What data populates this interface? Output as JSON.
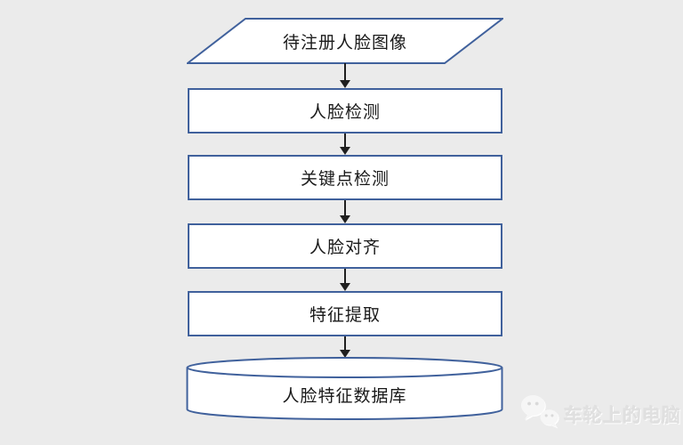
{
  "diagram": {
    "type": "flowchart",
    "direction": "top-down",
    "nodes": [
      {
        "id": "input-image",
        "shape": "parallelogram",
        "label": "待注册人脸图像"
      },
      {
        "id": "face-detection",
        "shape": "process-rect",
        "label": "人脸检测"
      },
      {
        "id": "landmark-detection",
        "shape": "process-rect",
        "label": "关键点检测"
      },
      {
        "id": "face-alignment",
        "shape": "process-rect",
        "label": "人脸对齐"
      },
      {
        "id": "feature-extraction",
        "shape": "process-rect",
        "label": "特征提取"
      },
      {
        "id": "face-feature-database",
        "shape": "database-cylinder",
        "label": "人脸特征数据库"
      }
    ],
    "edges": [
      {
        "from": "input-image",
        "to": "face-detection"
      },
      {
        "from": "face-detection",
        "to": "landmark-detection"
      },
      {
        "from": "landmark-detection",
        "to": "face-alignment"
      },
      {
        "from": "face-alignment",
        "to": "feature-extraction"
      },
      {
        "from": "feature-extraction",
        "to": "face-feature-database"
      }
    ]
  },
  "watermark": {
    "icon": "wechat-icon",
    "text": "车轮上的电脑"
  },
  "colors": {
    "background": "#ebebeb",
    "shape_fill": "#ffffff",
    "shape_border": "#40619c",
    "arrow": "#1f1f1f",
    "label_text": "#1a1a1a",
    "watermark_text": "#e0e0e0"
  }
}
